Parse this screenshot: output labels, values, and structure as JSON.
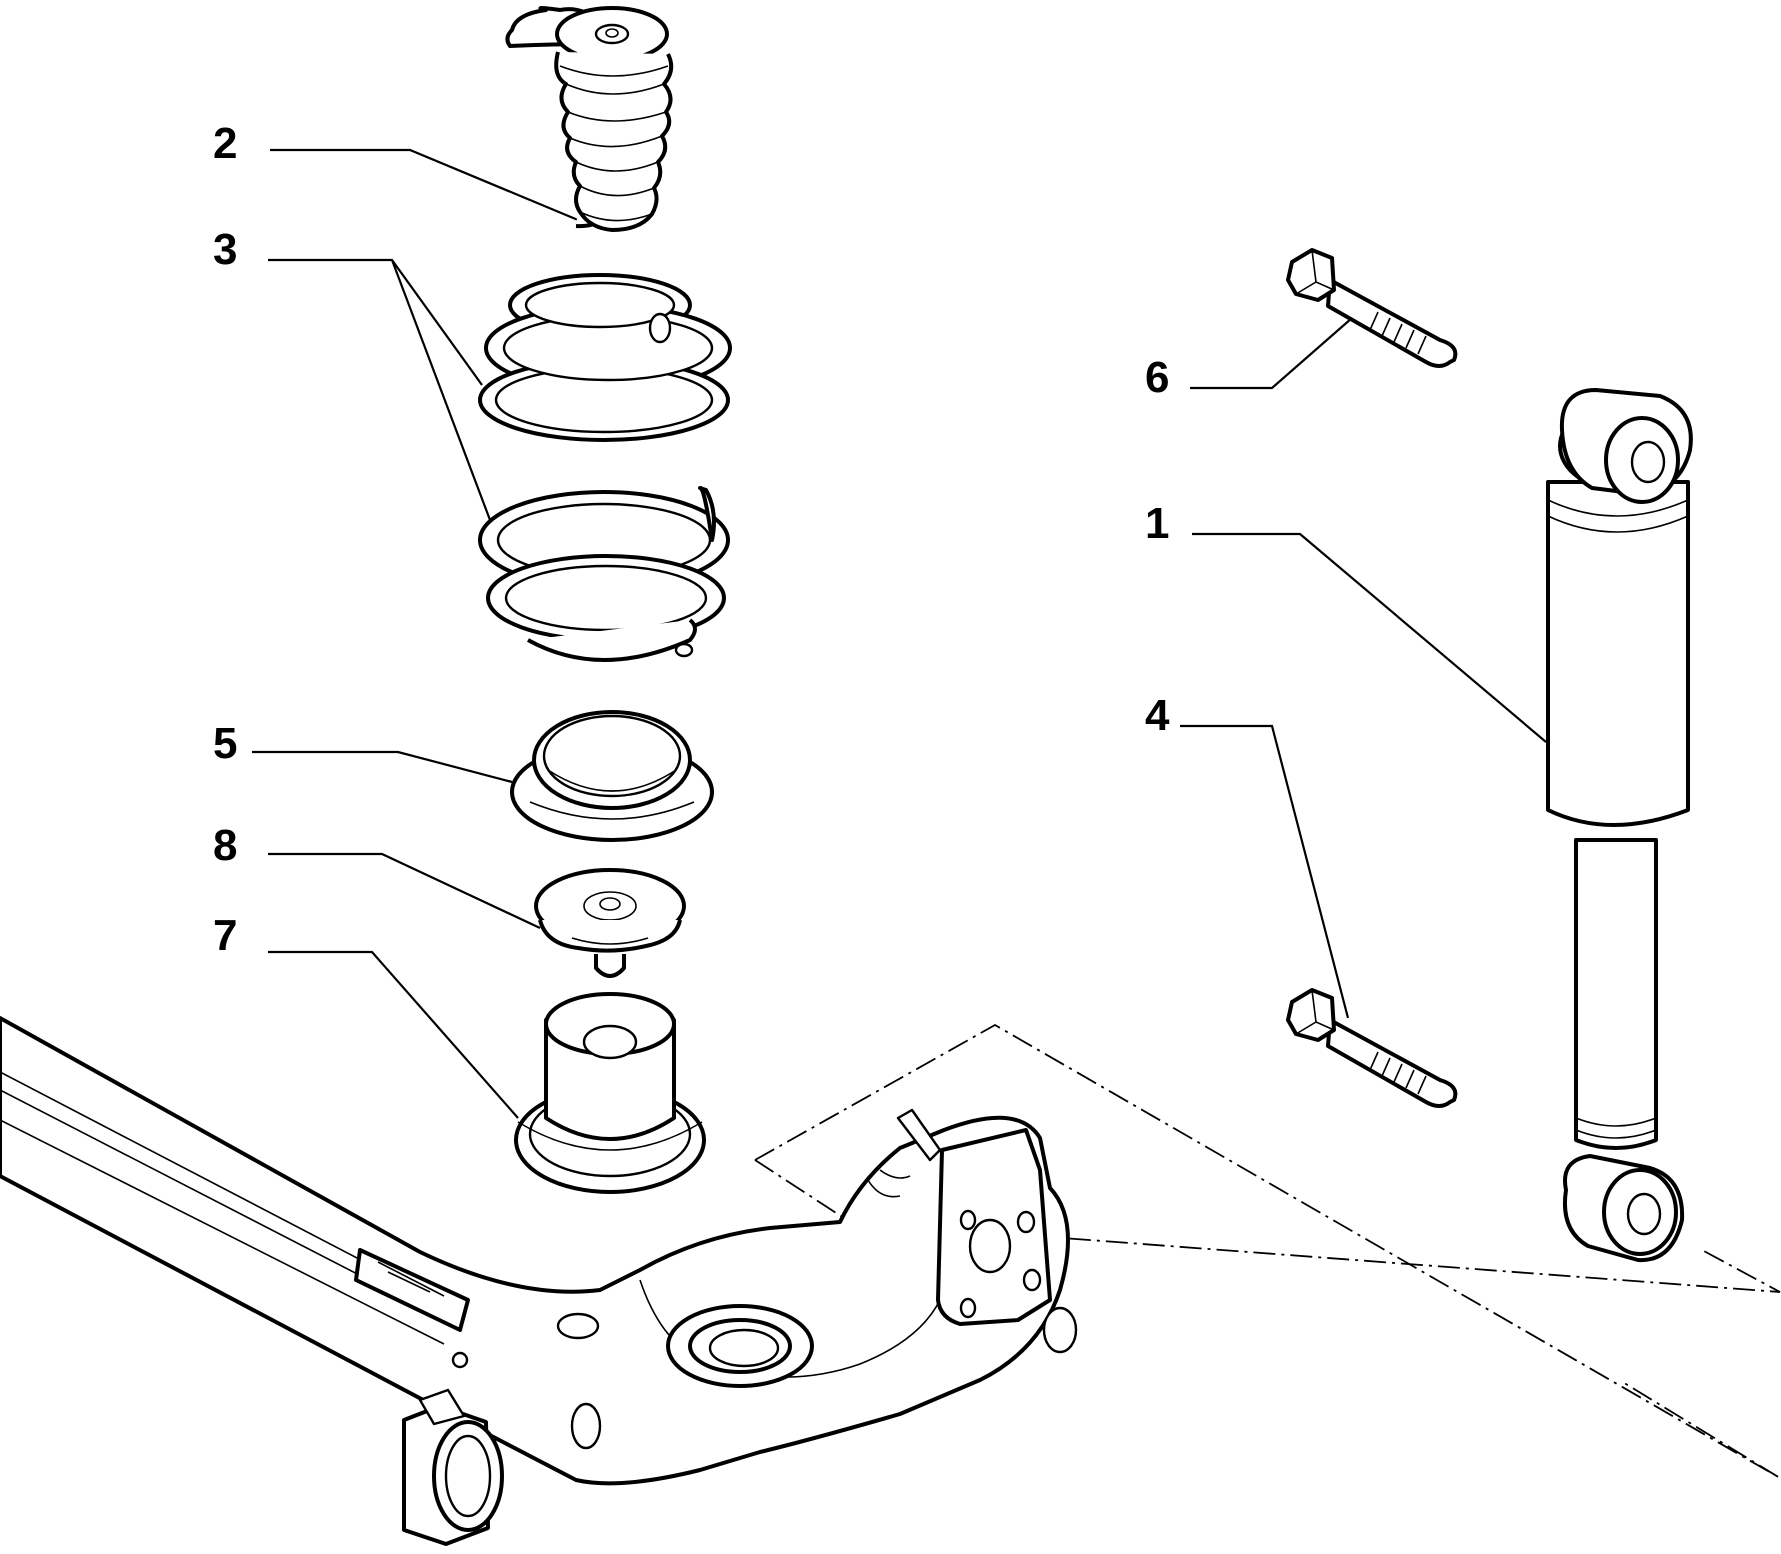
{
  "callouts": [
    {
      "id": "2",
      "label": "2",
      "part": "bump-stop"
    },
    {
      "id": "3",
      "label": "3",
      "part": "coil-spring"
    },
    {
      "id": "5",
      "label": "5",
      "part": "spring-seat"
    },
    {
      "id": "8",
      "label": "8",
      "part": "rubber-pad"
    },
    {
      "id": "7",
      "label": "7",
      "part": "bump-stop-mount"
    },
    {
      "id": "6",
      "label": "6",
      "part": "upper-bolt"
    },
    {
      "id": "1",
      "label": "1",
      "part": "shock-absorber"
    },
    {
      "id": "4",
      "label": "4",
      "part": "lower-bolt"
    }
  ]
}
